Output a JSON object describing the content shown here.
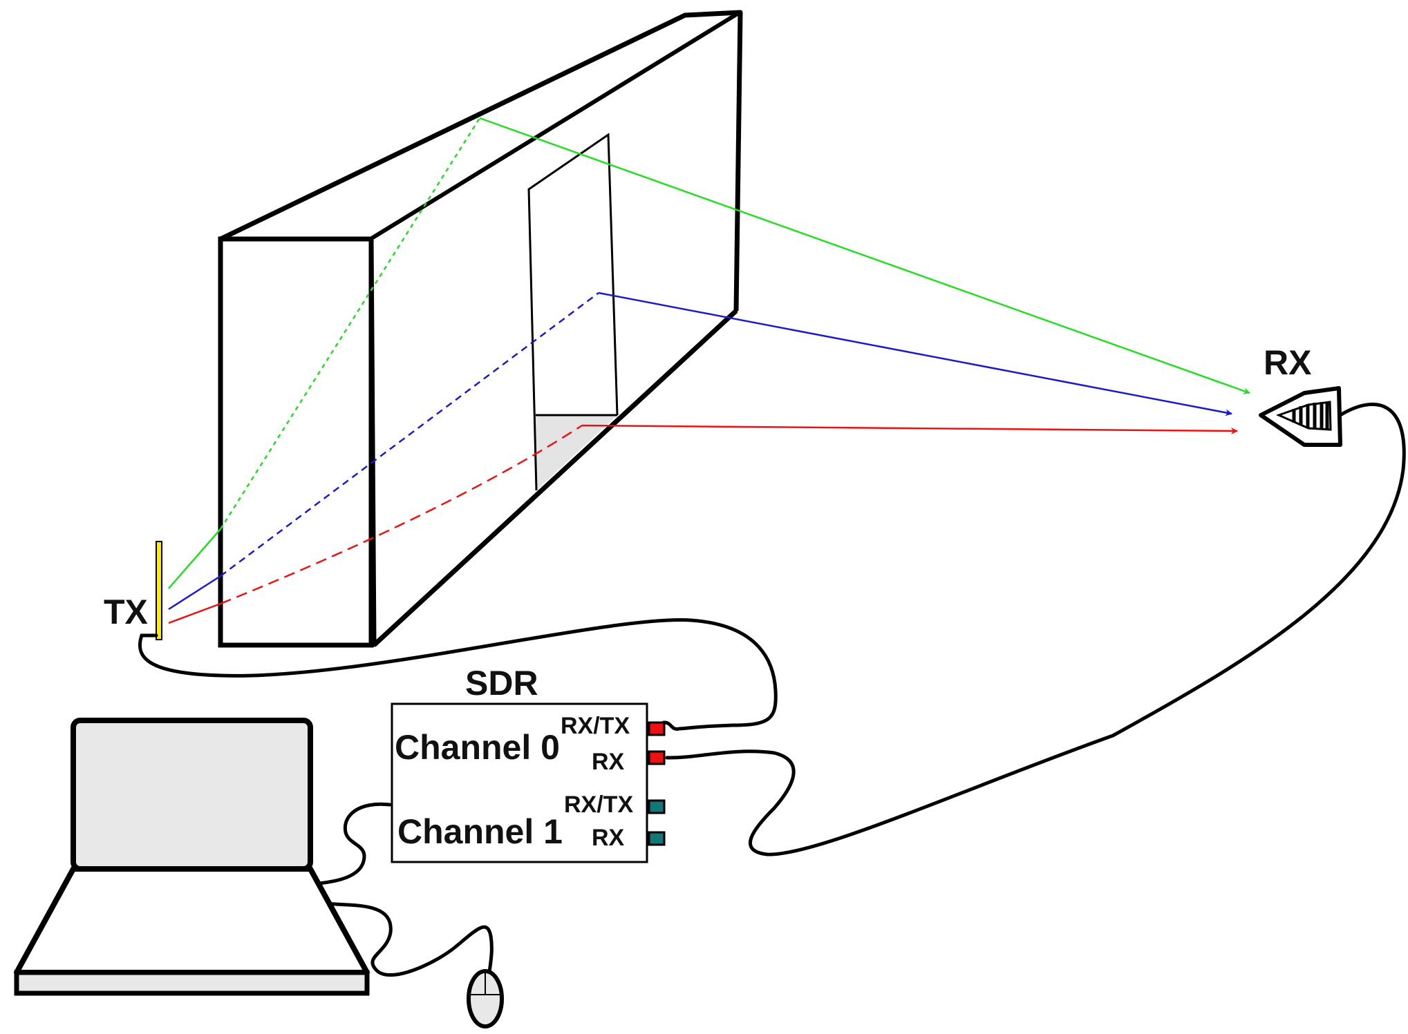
{
  "labels": {
    "tx": "TX",
    "rx": "RX",
    "sdr": "SDR",
    "channel0": "Channel 0",
    "channel1": "Channel 1",
    "ch0_port_rxtx": "RX/TX",
    "ch0_port_rx": "RX",
    "ch1_port_rxtx": "RX/TX",
    "ch1_port_rx": "RX"
  },
  "colors": {
    "path_green": "#22dd22",
    "path_blue": "#1a1acc",
    "path_red": "#ee1111",
    "tx_antenna": "#ffee00",
    "port_channel0": "#ee1111",
    "port_channel1": "#117777",
    "laptop_screen": "#e8e8e8",
    "door_floor": "#e4e4e4"
  },
  "icons": {
    "tx": "dipole-antenna-icon",
    "rx": "horn-antenna-icon",
    "computer": "laptop-icon",
    "mouse": "mouse-icon"
  }
}
